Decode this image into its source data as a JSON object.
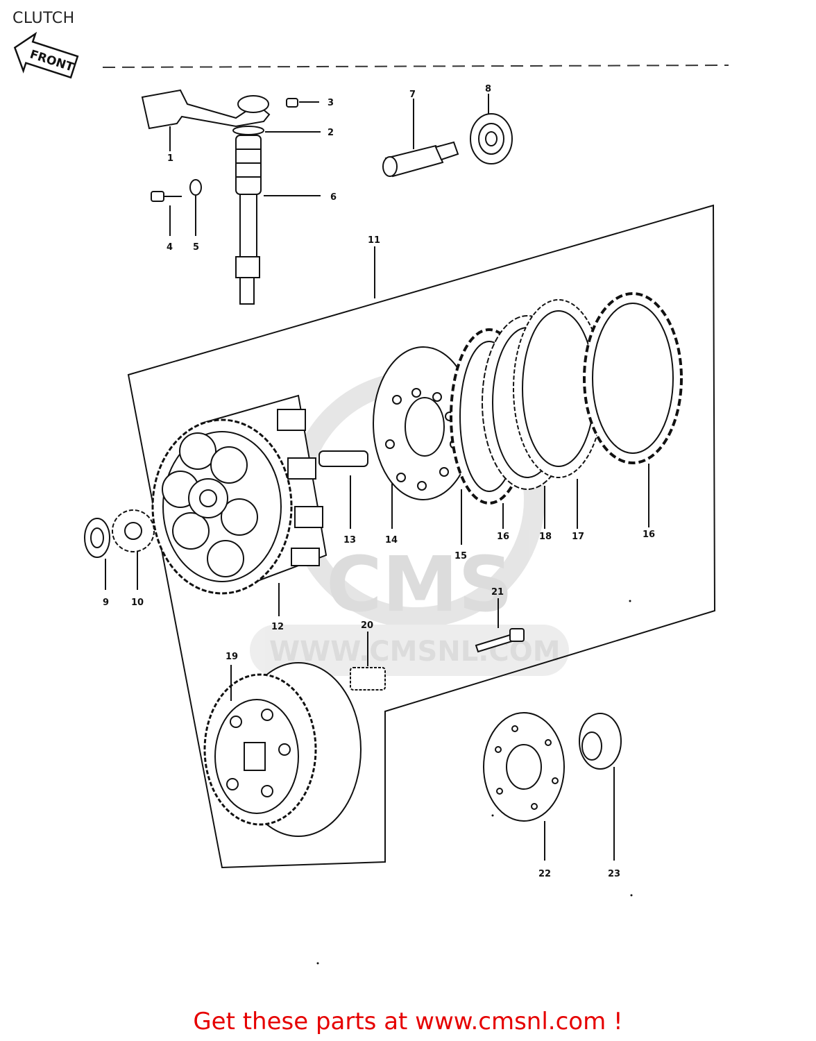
{
  "page": {
    "title": "CLUTCH",
    "front_label": "FRONT",
    "footer": "Get these parts at www.cmsnl.com !"
  },
  "watermark": {
    "brand": "CMS",
    "url": "WWW.CMSNL.COM"
  },
  "callouts": {
    "p1": "1",
    "p2": "2",
    "p3": "3",
    "p4": "4",
    "p5": "5",
    "p6": "6",
    "p7": "7",
    "p8": "8",
    "p9": "9",
    "p10": "10",
    "p11": "11",
    "p12": "12",
    "p13": "13",
    "p14": "14",
    "p15": "15",
    "p16a": "16",
    "p16b": "16",
    "p17": "17",
    "p18": "18",
    "p19": "19",
    "p20": "20",
    "p21": "21",
    "p22": "22",
    "p23": "23"
  },
  "colors": {
    "line": "#111111",
    "footer": "#e60000",
    "watermark": "#d9d9d9"
  }
}
